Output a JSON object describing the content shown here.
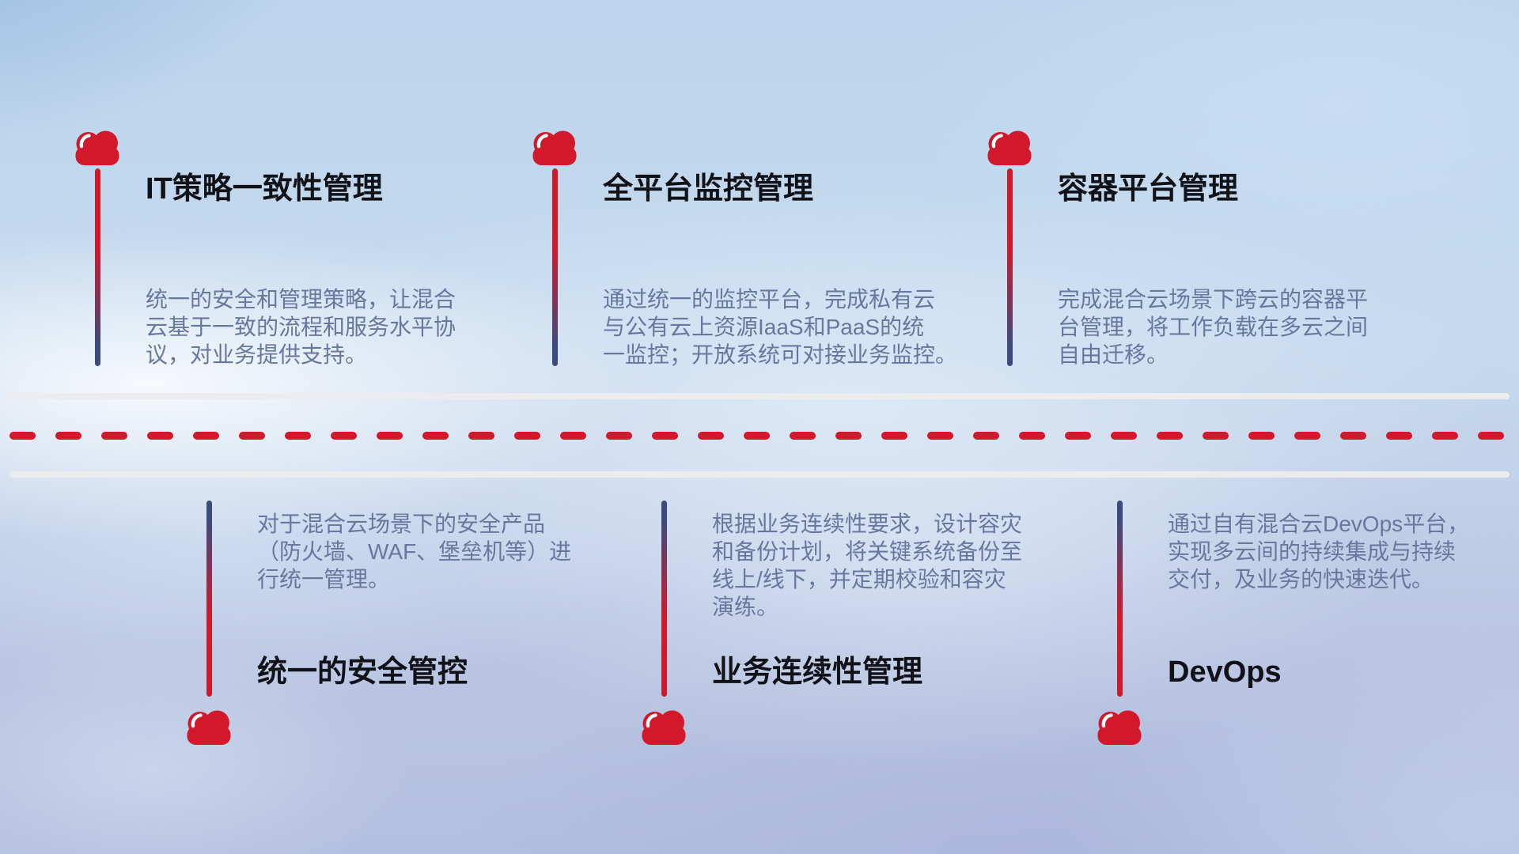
{
  "theme": {
    "red": "#d2182b",
    "navy": "#3c4a7c",
    "title_color": "#101218",
    "desc_color": "#68779e",
    "road_line_color": "#ececee"
  },
  "items_top": [
    {
      "title": "IT策略一致性管理",
      "desc_lines": [
        "统一的安全和管理策略，让混合",
        "云基于一致的流程和服务水平协",
        "议，对业务提供支持。"
      ]
    },
    {
      "title": "全平台监控管理",
      "desc_lines": [
        "通过统一的监控平台，完成私有云",
        "与公有云上资源IaaS和PaaS的统",
        "一监控；开放系统可对接业务监控。"
      ]
    },
    {
      "title": "容器平台管理",
      "desc_lines": [
        "完成混合云场景下跨云的容器平",
        "台管理，将工作负载在多云之间",
        "自由迁移。"
      ]
    }
  ],
  "items_bottom": [
    {
      "title": "统一的安全管控",
      "desc_lines": [
        "对于混合云场景下的安全产品",
        "（防火墙、WAF、堡垒机等）进",
        "行统一管理。"
      ]
    },
    {
      "title": "业务连续性管理",
      "desc_lines": [
        "根据业务连续性要求，设计容灾",
        "和备份计划，将关键系统备份至",
        "线上/线下，并定期校验和容灾",
        "演练。"
      ]
    },
    {
      "title": "DevOps",
      "desc_lines": [
        "通过自有混合云DevOps平台，",
        "实现多云间的持续集成与持续",
        "交付，及业务的快速迭代。"
      ]
    }
  ]
}
